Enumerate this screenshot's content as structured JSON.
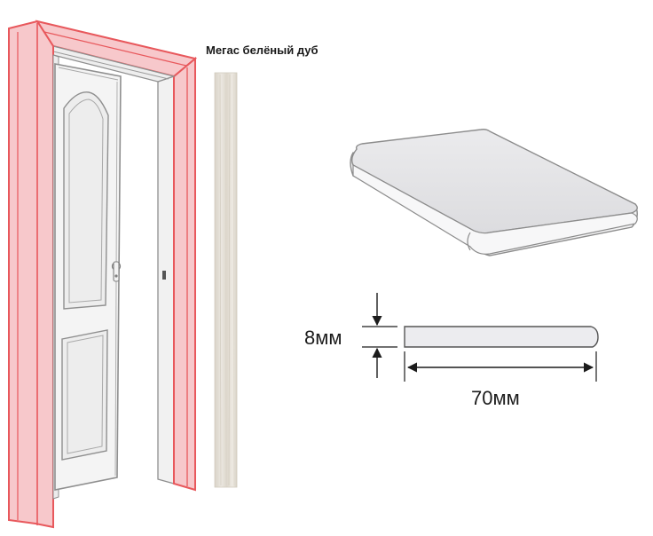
{
  "product": {
    "name": "Мегас белёный дуб"
  },
  "dimensions": {
    "thickness_label": "8мм",
    "width_label": "70мм"
  },
  "colors": {
    "frame_highlight": "#e8585c",
    "frame_fill": "#f7c8cb",
    "door_line": "#8f8f8f",
    "door_fill": "#f3f3f3",
    "swatch": "#e4dfd6",
    "board_top": "#e8e8ea",
    "board_edge": "#f4f4f5"
  },
  "icons": {
    "door": "door-frame-illustration",
    "sample": "wood-texture-swatch",
    "board": "trim-board-3d",
    "section": "cross-section-profile"
  }
}
